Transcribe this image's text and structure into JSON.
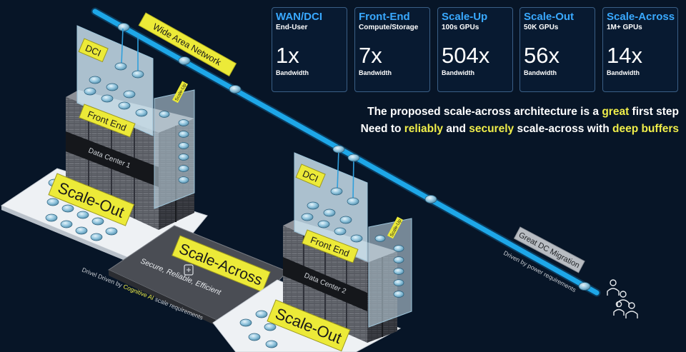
{
  "metrics": [
    {
      "title": "WAN/DCI",
      "subtitle": "End-User",
      "multiplier": "1x",
      "caption": "Bandwidth"
    },
    {
      "title": "Front-End",
      "subtitle": "Compute/Storage",
      "multiplier": "7x",
      "caption": "Bandwidth"
    },
    {
      "title": "Scale-Up",
      "subtitle": "100s GPUs",
      "multiplier": "504x",
      "caption": "Bandwidth"
    },
    {
      "title": "Scale-Out",
      "subtitle": "50K GPUs",
      "multiplier": "56x",
      "caption": "Bandwidth"
    },
    {
      "title": "Scale-Across",
      "subtitle": "1M+ GPUs",
      "multiplier": "14x",
      "caption": "Bandwidth"
    }
  ],
  "headline": {
    "line1_start": "The proposed scale-across architecture is a ",
    "line1_highlight": "great",
    "line1_end": " first step",
    "line2_a": "Need to ",
    "line2_b": "reliably",
    "line2_c": " and ",
    "line2_d": "securely",
    "line2_e": " scale-across with ",
    "line2_f": "deep buffers"
  },
  "diagram": {
    "wan_label": "Wide Area Network",
    "dci_label": "DCI",
    "front_end_label": "Front End",
    "scale_up_label": "Scale-Up",
    "dc1_label": "Data Center 1",
    "dc2_label": "Data Center 2",
    "scale_out_label": "Scale-Out",
    "scale_across_label": "Scale-Across",
    "scale_across_sub": "Secure, Reliable, Efficient",
    "migration_label": "Great DC Migration",
    "power_label": "Driven by power requirements",
    "driven_a": "Drivel Driven by ",
    "driven_b": "Cognitive AI",
    "driven_c": " scale requirements"
  },
  "colors": {
    "background": "#071527",
    "wan_cyan": "#1ea7e8",
    "title_blue": "#39a9ff",
    "highlight_yellow": "#f0ee4a",
    "label_yellow": "#ecea38"
  }
}
